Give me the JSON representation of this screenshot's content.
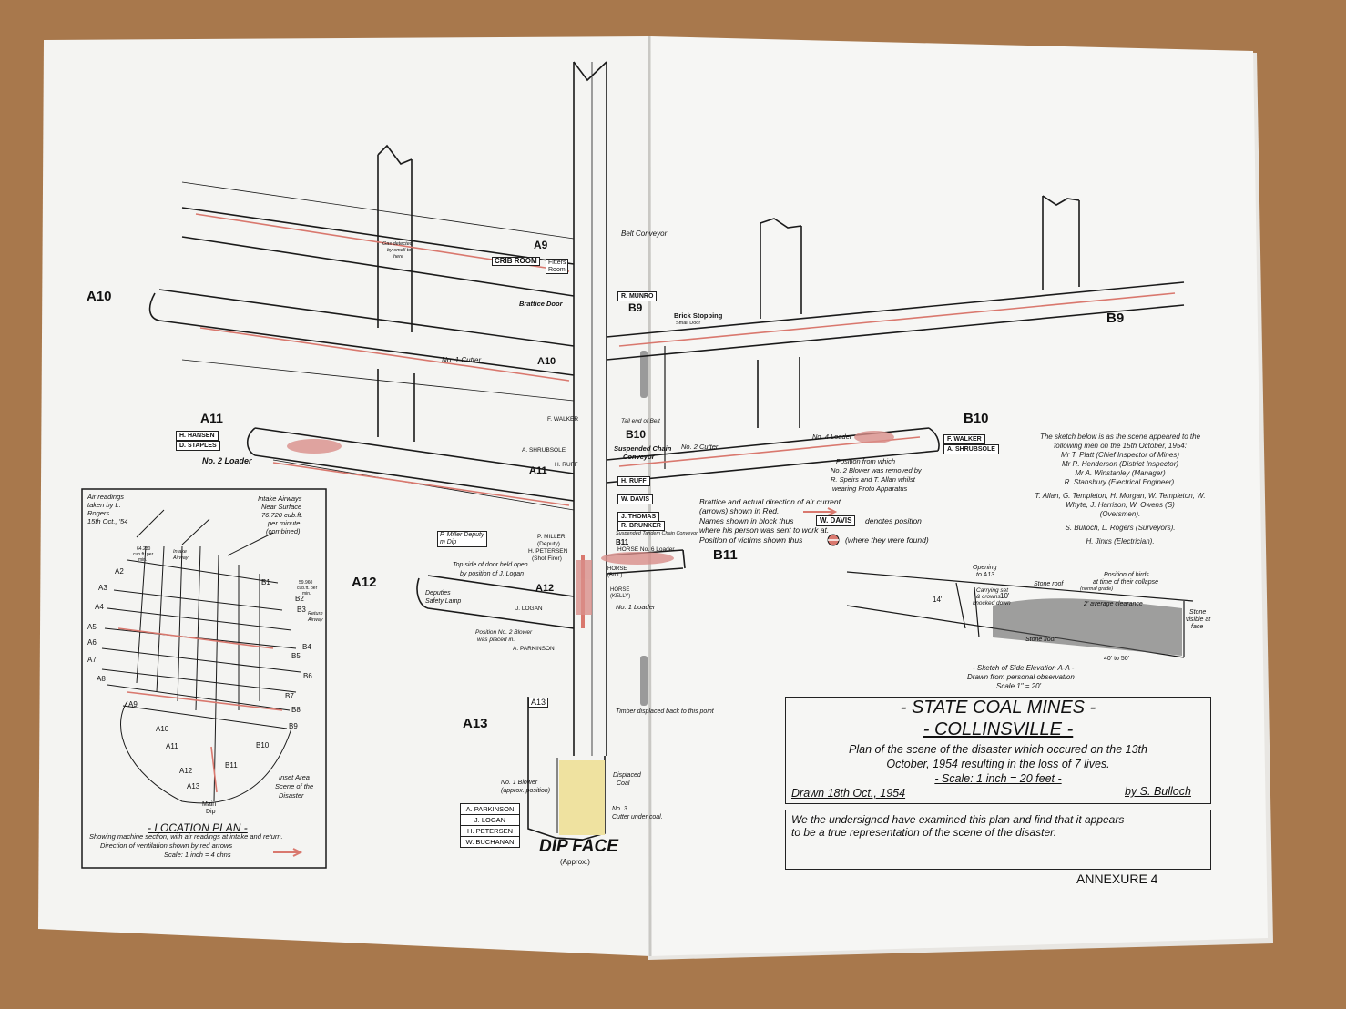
{
  "document": {
    "annexure": "ANNEXURE 4",
    "title": {
      "line1": "- STATE COAL MINES -",
      "line2": "- COLLINSVILLE -",
      "desc1": "Plan of the scene of the disaster  which occured on the 13th",
      "desc2": "October, 1954 resulting in the loss of 7 lives.",
      "scale": "- Scale: 1 inch = 20 feet -",
      "drawn": "Drawn 18th Oct., 1954",
      "by": "by S. Bulloch"
    },
    "certification": {
      "line1": "We the undersigned have examined this plan and find that it appears",
      "line2": "to be a true representation of the scene of the disaster."
    },
    "signatories": {
      "intro1": "The sketch below is as the scene appeared to the",
      "intro2": "following men on the 15th October, 1954:",
      "m1": "Mr T. Platt (Chief Inspector of Mines)",
      "m2": "Mr R. Henderson (District Inspector)",
      "m3": "Mr A. Winstanley (Manager)",
      "m4": "R. Stansbury (Electrical Engineer).",
      "g1a": "T. Allan, G. Templeton, H. Morgan, W. Templeton, W.",
      "g1b": "Whyte, J. Harrison, W. Owens (S)",
      "g1c": "(Oversmen).",
      "g2": "S. Bulloch, L. Rogers (Surveyors).",
      "g3": "H. Jinks (Electrician)."
    },
    "legend": {
      "l1": "Brattice and actual direction of air current",
      "l2": "(arrows) shown in Red.",
      "l3a": "Names shown in block thus",
      "l3box": "W. DAVIS",
      "l3b": "denotes position",
      "l4": "where his person was sent to work at.",
      "l5a": "Position of victims shown thus",
      "l5b": "(where they were found)"
    },
    "roads": {
      "A9": "A9",
      "A10": "A10",
      "A10b": "A10",
      "A11": "A11",
      "A11b": "A11",
      "A12": "A12",
      "A12b": "A12",
      "A13": "A13",
      "A13b": "A13",
      "B9": "B9",
      "B9b": "B9",
      "B10": "B10",
      "B10b": "B10",
      "B11": "B11",
      "B11b": "B11"
    },
    "plan_labels": {
      "belt_conveyor": "Belt Conveyor",
      "gas1": "Gas detected",
      "gas2": "by smell to",
      "gas3": "here",
      "crib_room": "CRIB ROOM",
      "fitters1": "Fitters",
      "fitters2": "Room",
      "brattice_door": "Brattice Door",
      "brick_stopping": "Brick Stopping",
      "small_door": "Small Door",
      "no1_cutter": "No. 1 Cutter",
      "tail_end": "Tail end of Belt",
      "susp_chain1": "Suspended Chain",
      "susp_chain2": "Conveyor",
      "no2_cutter": "No. 2 Cutter",
      "no4_loader": "No. 4 Loader",
      "no2_loader": "No. 2 Loader",
      "blower_removed1": "Position from which",
      "blower_removed2": "No. 2 Blower was removed by",
      "blower_removed3": "R. Speirs and T. Allan whilst",
      "blower_removed4": "wearing Proto Apparatus",
      "deputy_dip1": "P. Miller Deputy",
      "deputy_dip2": "m Dip",
      "tandem": "Suspended Tandem Chain Conveyor",
      "horse_no6": "HORSE No. 6 Loader",
      "door_held1": "Top side of door held open",
      "door_held2": "by position of J. Logan",
      "deputies_lamp1": "Deputies",
      "deputies_lamp2": "Safety Lamp",
      "horse_kelly1": "HORSE",
      "horse_kelly2": "(KELLY)",
      "no1_loader": "No. 1 Loader",
      "blower_no2_1": "Position No. 2 Blower",
      "blower_no2_2": "was placed in.",
      "timber": "Timber displaced back to this point",
      "no1_blower1": "No. 1 Blower",
      "no1_blower2": "(approx. position)",
      "displaced1": "Displaced",
      "displaced2": "Coal",
      "no3_cutter1": "No. 3",
      "no3_cutter2": "Cutter under coal.",
      "dip_face": "DIP FACE",
      "approx": "(Approx.)"
    },
    "people": {
      "r_munro": "R. MUNRO",
      "h_hansen": "H. HANSEN",
      "d_staples": "D. STAPLES",
      "f_walker_box": "F. WALKER",
      "a_shrubsole_box": "A. SHRUBSOLE",
      "f_walker": "F. WALKER",
      "a_shrubsole": "A. SHRUBSOLE",
      "h_ruff": "H. RUFF",
      "h_ruff_box": "H. RUFF",
      "w_davis_box": "W. DAVIS",
      "j_thomas": "J. THOMAS",
      "r_brunker": "R. BRUNKER",
      "p_miller1": "P. MILLER",
      "p_miller2": "(Deputy)",
      "h_petersen1": "H. PETERSEN",
      "h_petersen2": "(Shot Firer)",
      "bill1": "HORSE",
      "bill2": "(BILL)",
      "j_logan": "J. LOGAN",
      "a_parkinson": "A. PARKINSON",
      "victims": [
        "A. PARKINSON",
        "J. LOGAN",
        "H. PETERSEN",
        "W. BUCHANAN"
      ]
    },
    "location_plan": {
      "air1": "Air readings",
      "air2": "taken by L.",
      "air3": "Rogers",
      "air4": "15th Oct., '54",
      "intake1": "Intake Airways",
      "intake2": "Near Surface",
      "intake3": "76.720 cub.ft.",
      "intake4": "per minute",
      "intake5": "(combined)",
      "reading1a": "64.230",
      "reading1b": "cub.ft. per",
      "reading1c": "min.",
      "intake_airway1": "Intake",
      "intake_airway2": "Airway",
      "reading2a": "59.960",
      "reading2b": "cub.ft. per",
      "reading2c": "min.",
      "return1": "Return",
      "return2": "Airway",
      "inset1": "Inset Area",
      "inset2": "Scene of the",
      "inset3": "Disaster",
      "main_dip1": "Main",
      "main_dip2": "Dip",
      "a_labels": [
        "A2",
        "A3",
        "A4",
        "A5",
        "A6",
        "A7",
        "A8",
        "A9",
        "A10",
        "A11",
        "A12",
        "A13"
      ],
      "b_labels": [
        "B1",
        "B2",
        "B3",
        "B4",
        "B5",
        "B6",
        "B7",
        "B8",
        "B9",
        "B10",
        "B11"
      ],
      "title": "- LOCATION PLAN -",
      "cap1": "Showing machine section, with air readings at intake and return.",
      "cap2": "Direction of ventilation shown by red arrows",
      "cap3": "Scale: 1 inch = 4 chns"
    },
    "side_elevation": {
      "opening1": "Opening",
      "opening2": "to A13",
      "stone_roof": "Stone roof",
      "birds1": "Position of birds",
      "birds2": "at time of their collapse",
      "normal_grade": "(normal grade)",
      "h14": "14'",
      "w10": "10'",
      "clearance": "2' average clearance",
      "carrying1": "Carrying set",
      "carrying2": "& crowns",
      "carrying3": "knocked down",
      "stone_visible1": "Stone",
      "stone_visible2": "visible at",
      "stone_visible3": "face",
      "stone_floor": "Stone floor",
      "dist": "40' to 50'",
      "cap1": "- Sketch of Side Elevation A-A -",
      "cap2": "Drawn from personal observation",
      "cap3": "Scale 1\" = 20'"
    },
    "colors": {
      "wood": "#a8784c",
      "paper": "#f4f4f2",
      "ink": "#1a1a1a",
      "red_brattice": "#d9786e",
      "victim_pink": "#d98e8a",
      "coal_yellow": "#efe2a0"
    }
  }
}
